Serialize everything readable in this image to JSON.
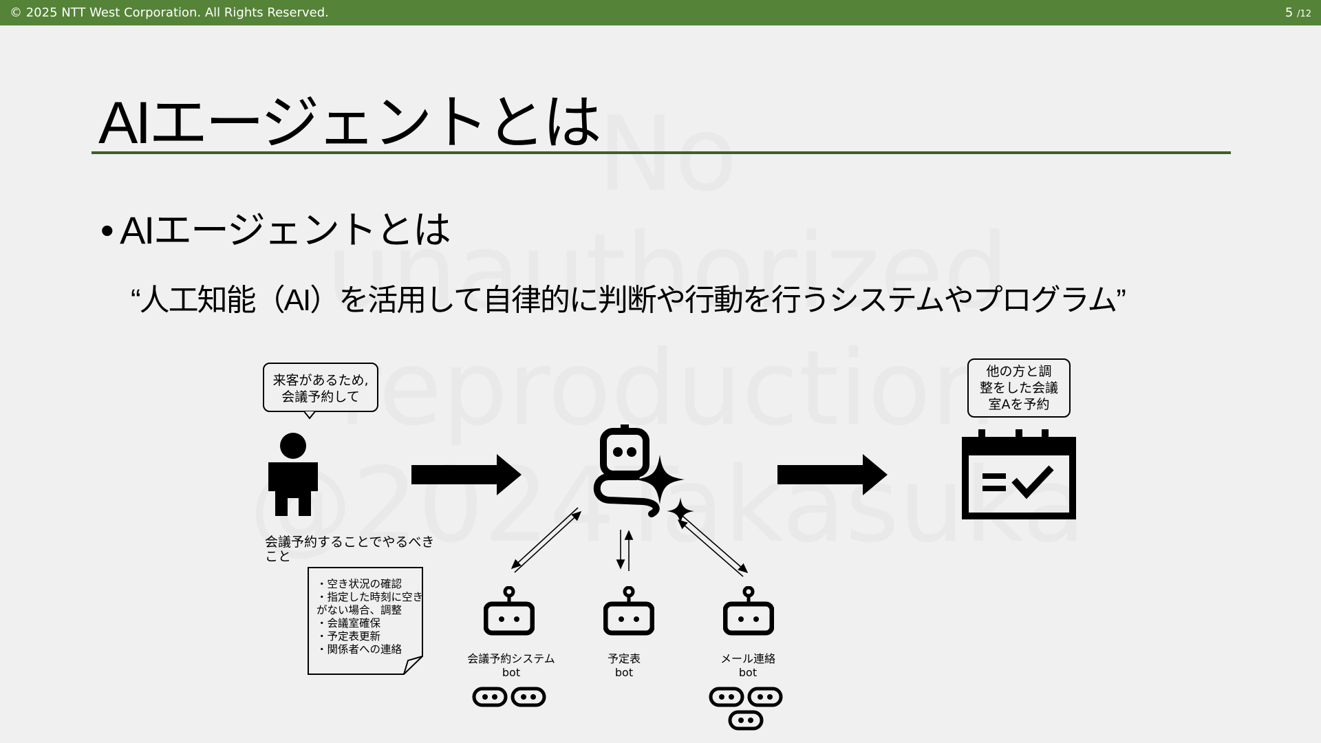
{
  "header": {
    "copyright": "© 2025 NTT  West Corporation. All Rights Reserved.",
    "page_number": "5",
    "page_total": "/12"
  },
  "watermark": "No\nunauthorized\nreproduction\n@2024Takasuka",
  "slide": {
    "title": "AIエージェントとは",
    "bullet": "• AIエージェントとは",
    "definition": "“人工知能（AI）を活用して自律的に判断や行動を行うシステムやプログラム”"
  },
  "diagram": {
    "user_request_lines": [
      "来客があるため,",
      "会議予約して"
    ],
    "result_lines": [
      "他の方と調",
      "整をした会議",
      "室Aを予約"
    ],
    "todo_label": "会議予約することでやるべきこと",
    "todo_items": [
      "・空き状況の確認",
      "・指定した時刻に空き",
      "がない場合、調整",
      "・会議室確保",
      "・予定表更新",
      "・関係者への連絡"
    ],
    "bots": [
      {
        "name": "会議予約システム",
        "type": "bot"
      },
      {
        "name": "予定表",
        "type": "bot"
      },
      {
        "name": "メール連絡",
        "type": "bot"
      }
    ]
  }
}
